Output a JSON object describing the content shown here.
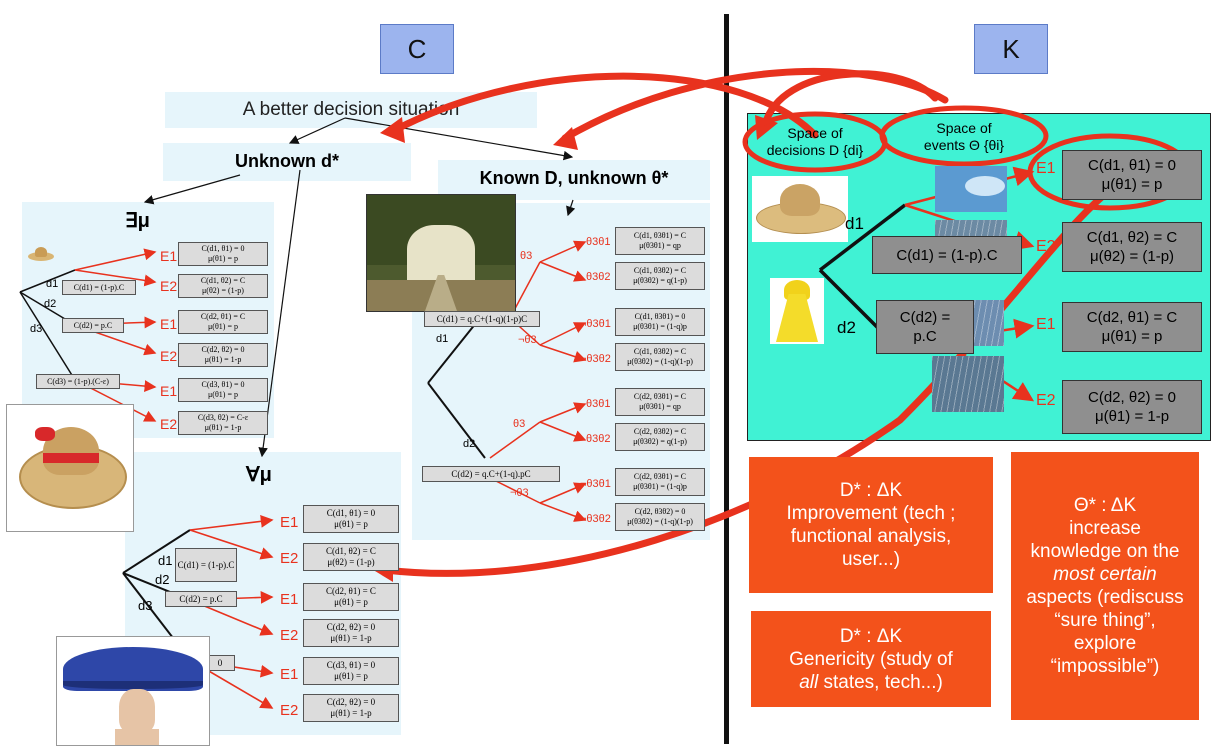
{
  "headers": {
    "left": "C",
    "right": "K"
  },
  "left": {
    "banner": "A better decision situation",
    "unknown_d": "Unknown d*",
    "known_d": "Known D, unknown θ*",
    "exists_mu": "∃μ",
    "forall_mu": "∀μ",
    "ex_tree": {
      "d_labels": [
        "d1",
        "d2",
        "d3"
      ],
      "cost_boxes": [
        "C(d1) = (1-p).C",
        "C(d2) = p.C",
        "C(d3) = (1-p).(C-ε)"
      ],
      "events": [
        "E1",
        "E2",
        "E1",
        "E2",
        "E1",
        "E2"
      ],
      "outcomes": [
        [
          "C(d1, θ1) = 0",
          "μ(θ1) = p"
        ],
        [
          "C(d1, θ2) = C",
          "μ(θ2) = (1-p)"
        ],
        [
          "C(d2, θ1) = C",
          "μ(θ1) = p"
        ],
        [
          "C(d2, θ2) = 0",
          "μ(θ1) = 1-p"
        ],
        [
          "C(d3, θ1) = 0",
          "μ(θ1) = p"
        ],
        [
          "C(d3, θ2) = C-ε",
          "μ(θ1) = 1-p"
        ]
      ]
    },
    "fa_tree": {
      "d_labels": [
        "d1",
        "d2",
        "d3"
      ],
      "cost_boxes": [
        "C(d1) = (1-p).C",
        "C(d2) = p.C",
        "0"
      ],
      "events": [
        "E1",
        "E2",
        "E1",
        "E2",
        "E1",
        "E2"
      ],
      "outcomes": [
        [
          "C(d1, θ1) = 0",
          "μ(θ1) = p"
        ],
        [
          "C(d1, θ2) = C",
          "μ(θ2) = (1-p)"
        ],
        [
          "C(d2, θ1) = C",
          "μ(θ1) = p"
        ],
        [
          "C(d2, θ2) = 0",
          "μ(θ1) = 1-p"
        ],
        [
          "C(d3, θ1) = 0",
          "μ(θ1) = p"
        ],
        [
          "C(d2, θ2) = 0",
          "μ(θ1) = 1-p"
        ]
      ]
    },
    "known_tree": {
      "d_labels": [
        "d1",
        "d2"
      ],
      "cost_boxes": [
        "C(d1) = q.C+(1-q)(1-p)C",
        "C(d2) = q.C+(1-q).pC"
      ],
      "theta_labels": [
        "θ3",
        "¬θ3",
        "θ3",
        "¬θ3"
      ],
      "leaf_labels": [
        "θ3θ1",
        "θ3θ2",
        "¬θ3θ1",
        "¬θ3θ2",
        "θ3θ1",
        "θ3θ2",
        "¬θ3θ1",
        "¬θ3θ2"
      ],
      "outcomes": [
        [
          "C(d1, θ3θ1) = C",
          "μ(θ3θ1) = qp"
        ],
        [
          "C(d1, θ3θ2) = C",
          "μ(θ3θ2) = q(1-p)"
        ],
        [
          "C(d1, θ3θ1) = 0",
          "μ(θ3θ1) = (1-q)p"
        ],
        [
          "C(d1, θ3θ2) = C",
          "μ(θ3θ2) = (1-q)(1-p)"
        ],
        [
          "C(d2, θ3θ1) = C",
          "μ(θ3θ1) = qp"
        ],
        [
          "C(d2, θ3θ2) = C",
          "μ(θ3θ2) = q(1-p)"
        ],
        [
          "C(d2, θ3θ1) = C",
          "μ(θ3θ1) = (1-q)p"
        ],
        [
          "C(d2, θ3θ2) = 0",
          "μ(θ3θ2) = (1-q)(1-p)"
        ]
      ]
    }
  },
  "right": {
    "space_decisions": [
      "Space of",
      "decisions D {di}"
    ],
    "space_events": [
      "Space of",
      "events Θ {θi}"
    ],
    "d1": "d1",
    "d2": "d2",
    "cost_d1": "C(d1) = (1-p).C",
    "cost_d2": [
      "C(d2) =",
      "p.C"
    ],
    "events": [
      "E1",
      "E2",
      "E1",
      "E2"
    ],
    "outcomes": [
      [
        "C(d1, θ1) = 0",
        "μ(θ1) = p"
      ],
      [
        "C(d1, θ2) = C",
        "μ(θ2) = (1-p)"
      ],
      [
        "C(d2, θ1) = C",
        "μ(θ1) = p"
      ],
      [
        "C(d2, θ2) = 0",
        "μ(θ1) = 1-p"
      ]
    ],
    "box1": [
      "D* : ΔK",
      "Improvement (tech ;",
      "functional analysis,",
      "user...)"
    ],
    "box2": [
      "D* : ΔK",
      "Genericity (study of",
      "all",
      " states, tech...)"
    ],
    "box3": [
      "Θ* : ΔK",
      "increase",
      "knowledge on the",
      "most certain",
      "aspects (rediscuss",
      "“sure thing”,",
      "explore",
      "“impossible”)"
    ]
  },
  "colors": {
    "accent_red": "#e8321e",
    "cyan_panel": "#40f2d4",
    "orange": "#f3521b",
    "header_blue": "#9cb4ee"
  }
}
